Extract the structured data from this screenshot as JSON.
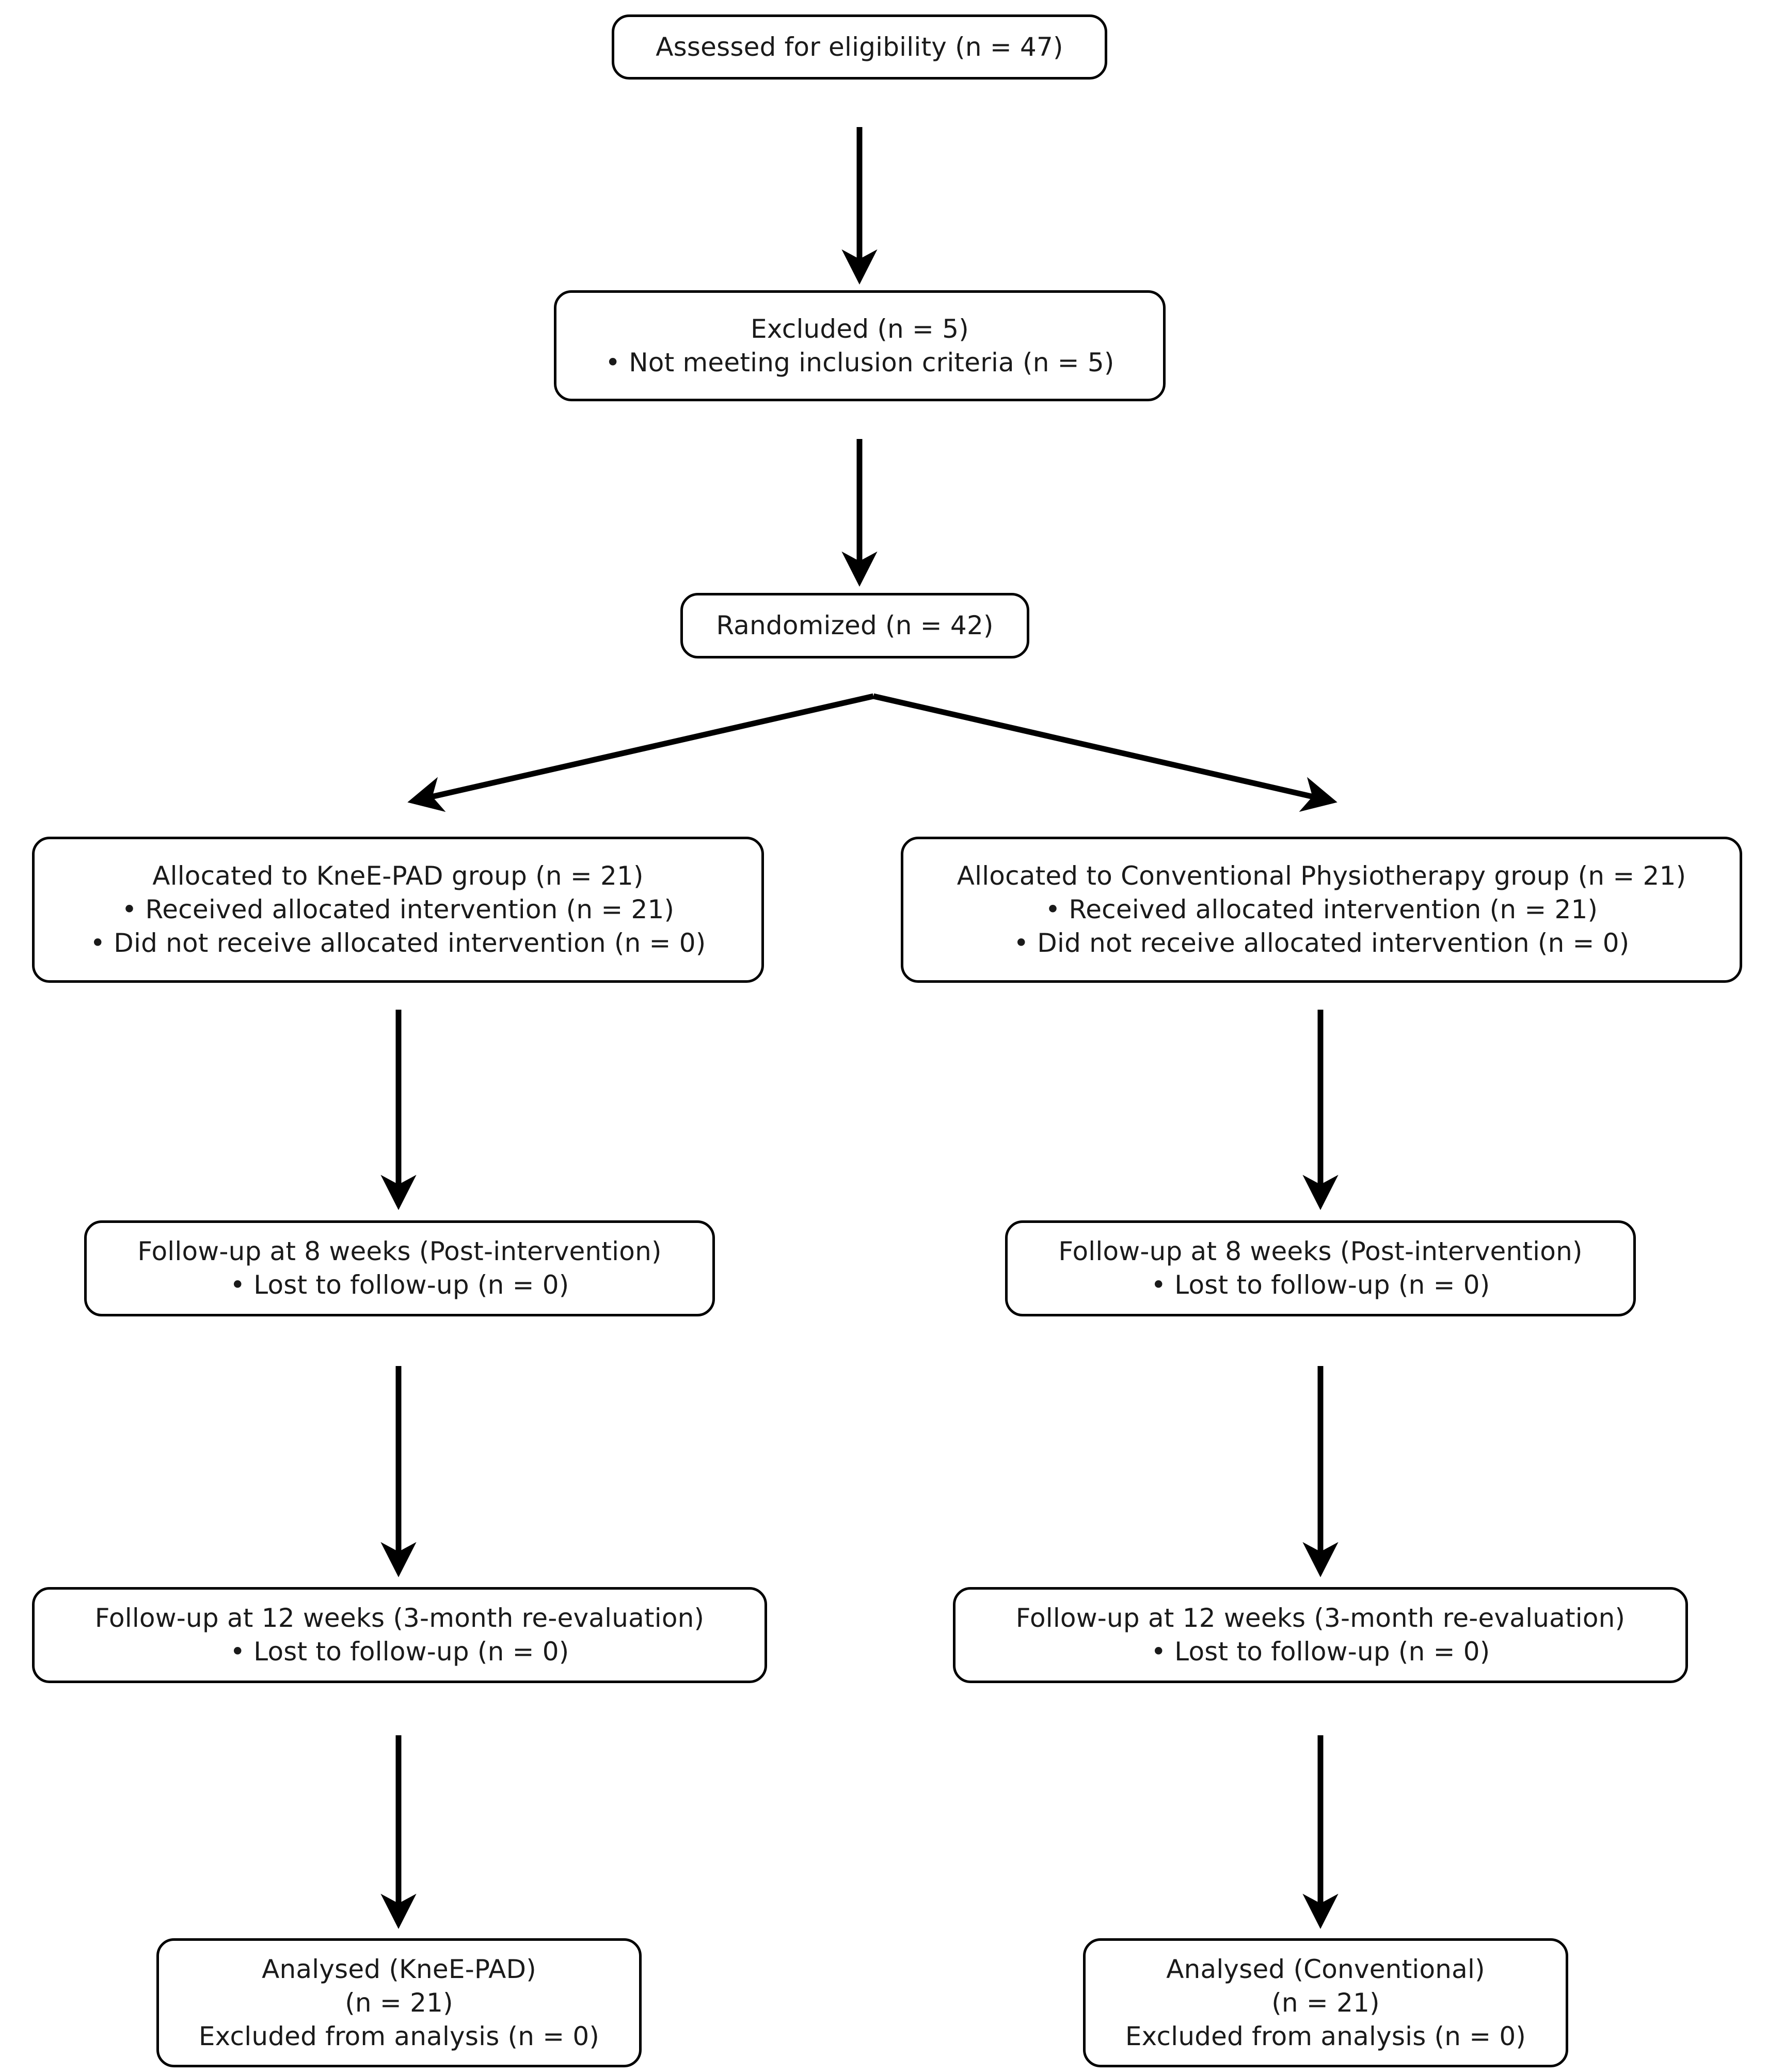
{
  "diagram": {
    "type": "consort-flow-diagram",
    "title": "CONSORT participant flow",
    "stroke_color": "#000000",
    "text_color": "#1a1a1a",
    "background_color": "#ffffff"
  },
  "nodes": {
    "eligibility": {
      "lines": [
        "Assessed for eligibility (n = 47)"
      ]
    },
    "excluded": {
      "lines": [
        "Excluded (n = 5)",
        "• Not meeting inclusion criteria (n = 5)"
      ]
    },
    "randomized": {
      "lines": [
        "Randomized (n = 42)"
      ]
    },
    "allocation_left": {
      "lines": [
        "Allocated to KneE-PAD group (n = 21)",
        "• Received allocated intervention (n = 21)",
        "• Did not receive allocated intervention (n = 0)"
      ]
    },
    "allocation_right": {
      "lines": [
        "Allocated to Conventional Physiotherapy group (n = 21)",
        "• Received allocated intervention (n = 21)",
        "• Did not receive allocated intervention (n = 0)"
      ]
    },
    "followup8_left": {
      "lines": [
        "Follow-up at 8 weeks (Post-intervention)",
        "• Lost to follow-up (n = 0)"
      ]
    },
    "followup8_right": {
      "lines": [
        "Follow-up at 8 weeks (Post-intervention)",
        "• Lost to follow-up (n = 0)"
      ]
    },
    "followup12_left": {
      "lines": [
        "Follow-up at 12 weeks (3-month re-evaluation)",
        "• Lost to follow-up (n = 0)"
      ]
    },
    "followup12_right": {
      "lines": [
        "Follow-up at 12 weeks (3-month re-evaluation)",
        "• Lost to follow-up (n = 0)"
      ]
    },
    "analysed_left": {
      "lines": [
        "Analysed (KneE-PAD)",
        "(n = 21)",
        "Excluded from analysis (n = 0)"
      ]
    },
    "analysed_right": {
      "lines": [
        "Analysed (Conventional)",
        "(n = 21)",
        "Excluded from analysis (n = 0)"
      ]
    }
  },
  "counts": {
    "assessed_for_eligibility": 47,
    "excluded_total": 5,
    "excluded_not_meeting_inclusion_criteria": 5,
    "randomized": 42,
    "allocated_kneepad": 21,
    "allocated_conventional": 21,
    "received_intervention_kneepad": 21,
    "received_intervention_conventional": 21,
    "did_not_receive_intervention_kneepad": 0,
    "did_not_receive_intervention_conventional": 0,
    "lost_to_followup_8w_kneepad": 0,
    "lost_to_followup_8w_conventional": 0,
    "lost_to_followup_12w_kneepad": 0,
    "lost_to_followup_12w_conventional": 0,
    "analysed_kneepad": 21,
    "analysed_conventional": 21,
    "excluded_from_analysis_kneepad": 0,
    "excluded_from_analysis_conventional": 0
  }
}
